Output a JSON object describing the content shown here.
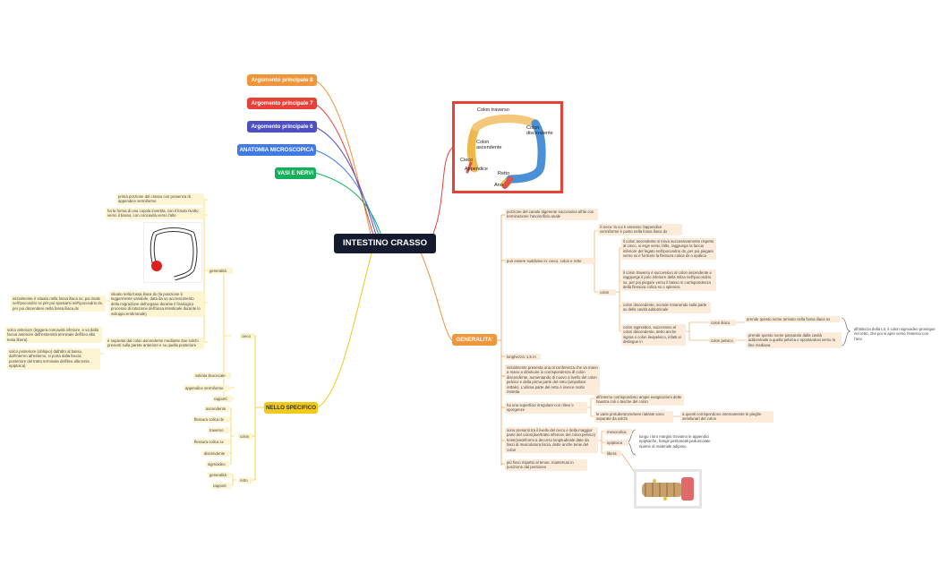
{
  "root": "INTESTINO CRASSO",
  "branches": {
    "arg8": "Argomento principale 8",
    "arg7": "Argomento principale 7",
    "arg6": "Argomento principale 6",
    "anatomia": "ANATOMIA MICROSCOPICA",
    "vasi": "VASI E NERVI",
    "generalita": "GENERALITA'",
    "specifico": "NELLO SPECIFICO"
  },
  "colors": {
    "arg8": "#f0953a",
    "arg7": "#e8413a",
    "arg6": "#4d4fc3",
    "anatomia": "#3f7ae8",
    "vasi": "#12b05a",
    "generalita": "#f0953a",
    "specifico": "#f2c916",
    "root": "#151a2e"
  },
  "colon_image": {
    "colon_traverso": "Colon traverso",
    "colon_discendente": "Colon discendente",
    "colon_ascendente": "Colon ascendente",
    "cieco": "Cieco",
    "appendice": "Appendice",
    "retto": "Retto",
    "ano": "Ano"
  },
  "right": {
    "g1": "porzione del canale digerente successiva all'ile con terminazione l'ano/orifizio anale",
    "g2": "può essere suddiviso in: cieco, colon e retto",
    "cieco_desc": "il cieco: la cui è annesso l'appendice vermiforme è posto nella fossa iliaca dx",
    "colon_label": "colon",
    "colon_asc": "il colon ascendente si trova successivamente rispetto al cieco, si erge verso l'alto, raggiunge la faccia inferiore del fegato nell'ipocondrio dx, per poi piegare verso sx e formare la flessura colica dx o epatica",
    "colon_trav": "il colon traverso è successivo al colon ascendente e raggiunge il polo inferiore della milza nell'ipocondrio sx, per poi piegare verso il basso in corrispondenza della flessura colica sx o splenica",
    "colon_disc": "colon discendente, scende rimanendo sulla parte sx della cavità addominale",
    "colon_sigm": "colon sigmoideo, successivo al colon discendente, detto anche sigma o colon ileopelvico, infatti si distingue in",
    "colon_iliaco": "colon iliaco",
    "colon_iliaco_desc": "prende questo nome arrivato nella fossa iliaca sx",
    "colon_pelvico": "colon pelvico",
    "colon_pelvico_desc": "prende questo nome passando dalla cavità addominale a quella pelvica e spostandosi verso la line mediana",
    "l3": "all'altezza della L3, il colon sigmoideo prosegue nel retto, che poi si apre verso l'esterno con l'ano",
    "lunghezza": "lunghezza: 1,5 m",
    "circonferenza": "inizialmente presenta una circonferenza che va mano a mano a diminuire in corrispondenza dl colon discendente, aumentando di nuovo a livello del colon pelvico e della prima parte del retto (ampollare rettale). L'ultima parte del retto è invece molto ristretta",
    "superficie": "ha una superficie irregolare con rilievi e sporgenze",
    "haustra": "all'interno corrispondono ampie evaginazioni dette haustra coli o tasche del colon",
    "solchi": "le varie protuberanze/aree rialzate sono separate da solchi",
    "pieghe": "a questi corrispondono internamente le pieghe semilunari del colon",
    "tenie": "sono presenti tra il livello del cieco e della maggior parte del colon(due/tratto inferiore del colon pelvico) tenie(nastriformi a decorso longitudinale date da fasci di muscolatura liscia, dette anche tenie del colon",
    "mesocolica": "mesocolica",
    "epiploica": "epiploica",
    "libera": "libera",
    "appendici": "lungo i loro margini troviamo le appendici epiploiche, frange peritoneali peduncolate ripiene di materiale adiposo",
    "rispetto": "più fisso rispetto al tenue, mantenuto in posizione dal peritoneo"
  },
  "left": {
    "prima_porzione": "prima porzione del crasso con presenza di appendice vermiforme",
    "cupola": "ha la forma di una cupola invertita, con il fondo rivolto verso il basso, con concavità verso l'alto",
    "situato": "situato nella fossa iliaca dx (la posizione è leggermente variabile, data da un accrescimento della migrazione dell'organo durante il fisiologico processo di rotazione dell'ansa intestinale durante lo sviluppo embrionale)",
    "inizialmente": "inizialmente è situato nella fossa iliaca sx, poi risale nell'ipocondrio sx per poi spostarsi nell'ipocondrio dx, per poi discendere nella fossa iliaca dx",
    "separato": "è separato dal colon ascendente mediante due solchi presenti sulla parete anteriore e su quella posteriore",
    "solco_ant": "solco anteriore (leggera concavità inferiore, e va dalla faccia anteriore dell'estremità terminale dell'ileo alla tenia libera)",
    "solco_post": "solco posteriore (obliquo) dall'alto al basso, dall'interno all'esterno, si porta dalla faccia posteriore del tratto terminale dell'ileo alla tenia epiploica)",
    "generalita": "generalità",
    "cieco": "cieco",
    "valvola": "valvola ileocecale",
    "appendice": "appendice vermiforme",
    "rapporti": "rapporti",
    "ascendente": "ascendente",
    "flessura_dx": "flessura colica dx",
    "traverso": "traverso",
    "flessura_sx": "flessura colica sx",
    "discendente": "discendente",
    "sigmoideo": "sigmoideo",
    "colon": "colon",
    "generalita2": "generalità",
    "rapporti2": "rapporti",
    "retto": "retto"
  }
}
